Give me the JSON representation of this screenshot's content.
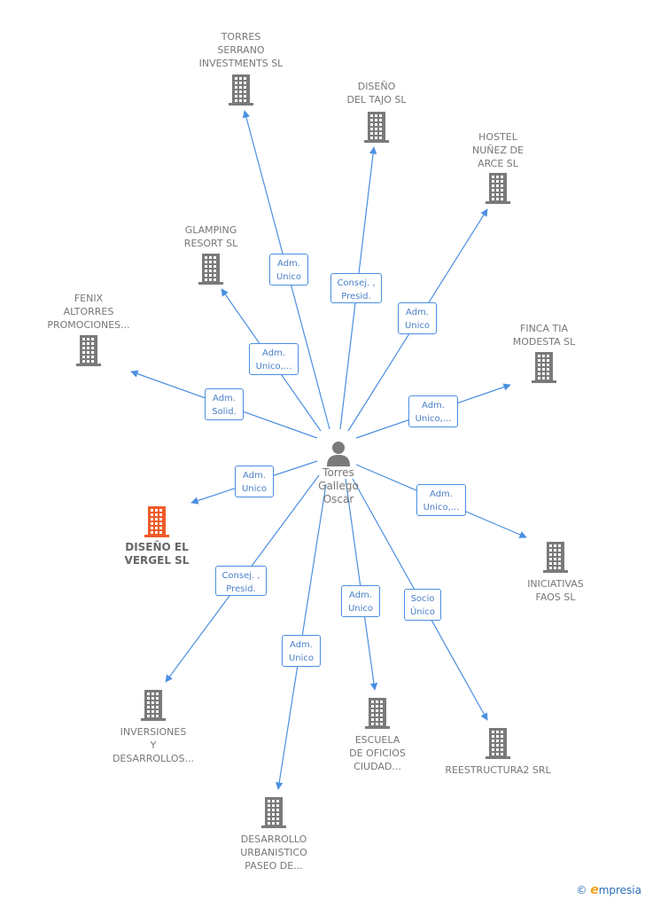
{
  "center": {
    "name": "Torres\nGallego\nOscar",
    "icon": "person-icon"
  },
  "companies": [
    {
      "id": "torres-serrano",
      "label": "TORRES\nSERRANO\nINVESTMENTS SL",
      "icon": "building-icon"
    },
    {
      "id": "diseno-del-tajo",
      "label": "DISEÑO\nDEL TAJO  SL",
      "icon": "building-icon"
    },
    {
      "id": "hostel-nunez",
      "label": "HOSTEL\nNUÑEZ DE\nARCE  SL",
      "icon": "building-icon"
    },
    {
      "id": "glamping-resort",
      "label": "GLAMPING\nRESORT  SL",
      "icon": "building-icon"
    },
    {
      "id": "fenix-altorres",
      "label": "FENIX\nALTORRES\nPROMOCIONES...",
      "icon": "building-icon"
    },
    {
      "id": "finca-tia",
      "label": "FINCA TIA\nMODESTA  SL",
      "icon": "building-icon"
    },
    {
      "id": "diseno-el-vergel",
      "label": "DISEÑO EL\nVERGEL  SL",
      "icon": "building-icon",
      "highlight": true
    },
    {
      "id": "iniciativas-faos",
      "label": "INICIATIVAS\nFAOS  SL",
      "icon": "building-icon"
    },
    {
      "id": "inversiones",
      "label": "INVERSIONES\nY\nDESARROLLOS...",
      "icon": "building-icon"
    },
    {
      "id": "escuela",
      "label": "ESCUELA\nDE OFICIOS\nCIUDAD...",
      "icon": "building-icon"
    },
    {
      "id": "reestructura2",
      "label": "REESTRUCTURA2 SRL",
      "icon": "building-icon"
    },
    {
      "id": "desarrollo",
      "label": "DESARROLLO\nURBANISTICO\nPASEO DE...",
      "icon": "building-icon"
    }
  ],
  "roles": [
    {
      "for": "torres-serrano",
      "text": "Adm.\nUnico"
    },
    {
      "for": "diseno-del-tajo",
      "text": "Consej. ,\nPresid."
    },
    {
      "for": "hostel-nunez",
      "text": "Adm.\nUnico"
    },
    {
      "for": "glamping-resort",
      "text": "Adm.\nUnico,..."
    },
    {
      "for": "fenix-altorres",
      "text": "Adm.\nSolid."
    },
    {
      "for": "finca-tia",
      "text": "Adm.\nUnico,..."
    },
    {
      "for": "diseno-el-vergel",
      "text": "Adm.\nUnico"
    },
    {
      "for": "iniciativas-faos",
      "text": "Adm.\nUnico,..."
    },
    {
      "for": "inversiones",
      "text": "Consej. ,\nPresid."
    },
    {
      "for": "escuela",
      "text": "Adm.\nUnico"
    },
    {
      "for": "reestructura2",
      "text": "Socio\nÚnico"
    },
    {
      "for": "desarrollo",
      "text": "Adm.\nUnico"
    }
  ],
  "colors": {
    "link": "#4a8fe0",
    "building": "#7a7a7a",
    "highlight": "#f05a28"
  },
  "brand": {
    "copyright": "©",
    "e": "e",
    "name": "mpresia"
  }
}
